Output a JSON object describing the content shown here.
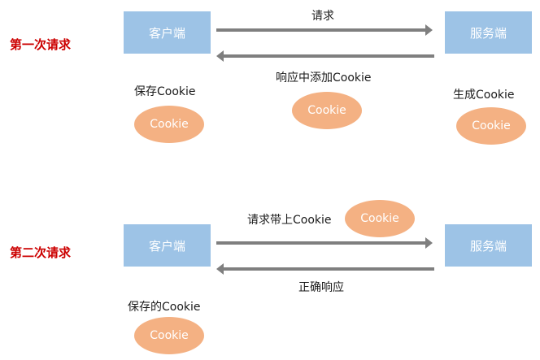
{
  "first": {
    "label": "第一次请求",
    "client": "客户端",
    "server": "服务端",
    "request_text": "请求",
    "response_text": "响应中添加Cookie",
    "client_note": "保存Cookie",
    "server_note": "生成Cookie",
    "cookie_client": "Cookie",
    "cookie_middle": "Cookie",
    "cookie_server": "Cookie"
  },
  "second": {
    "label": "第二次请求",
    "client": "客户端",
    "server": "服务端",
    "request_text": "请求带上Cookie",
    "response_text": "正确响应",
    "client_note": "保存的Cookie",
    "cookie_request": "Cookie",
    "cookie_client": "Cookie"
  },
  "colors": {
    "box": "#9dc3e6",
    "cookie": "#f4b183",
    "arrow": "#7f7f7f",
    "label": "#cc0000"
  }
}
